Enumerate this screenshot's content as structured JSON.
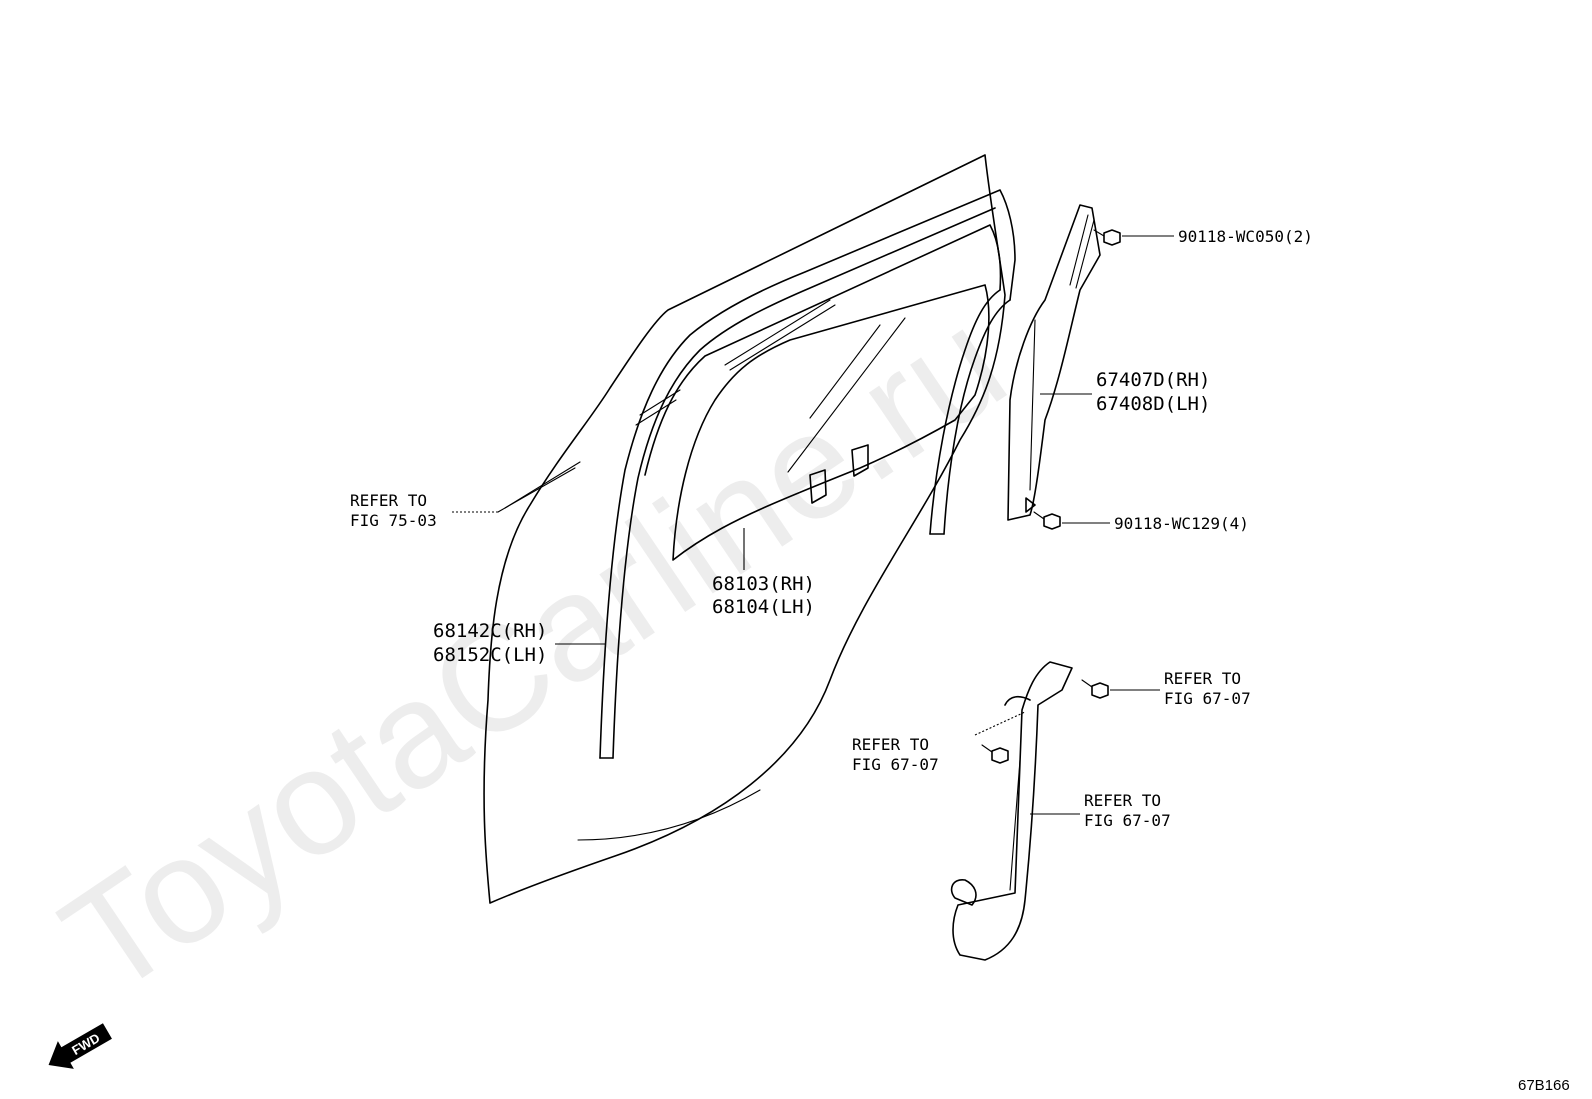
{
  "watermark": "ToyotaCarline.ru",
  "diagram_code": "67B166",
  "fwd": {
    "label": "FWD"
  },
  "callouts": {
    "bolt_upper": {
      "text": "90118-WC050(2)"
    },
    "pillar_rh": {
      "text": "67407D(RH)"
    },
    "pillar_lh": {
      "text": "67408D(LH)"
    },
    "bolt_lower": {
      "text": "90118-WC129(4)"
    },
    "ref_75_03": {
      "line1": "REFER TO",
      "line2": "FIG 75-03"
    },
    "glass_rh": {
      "text": "68103(RH)"
    },
    "glass_lh": {
      "text": "68104(LH)"
    },
    "run_rh": {
      "text": "68142C(RH)"
    },
    "run_lh": {
      "text": "68152C(LH)"
    },
    "ref_67_07_a": {
      "line1": "REFER TO",
      "line2": "FIG 67-07"
    },
    "ref_67_07_b": {
      "line1": "REFER TO",
      "line2": "FIG 67-07"
    },
    "ref_67_07_c": {
      "line1": "REFER TO",
      "line2": "FIG 67-07"
    }
  }
}
